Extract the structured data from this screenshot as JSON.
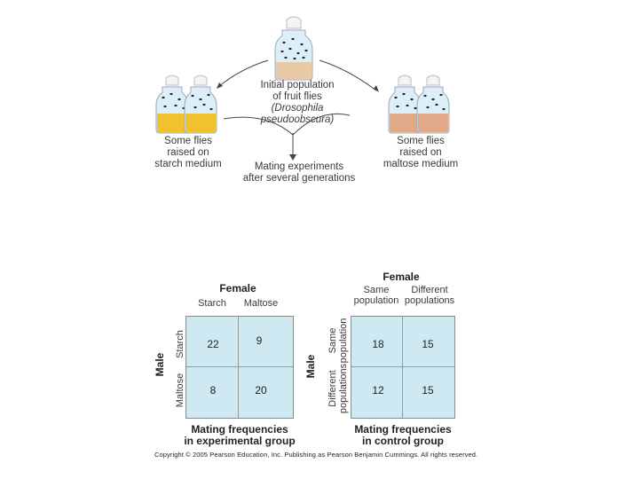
{
  "top": {
    "center_caption": [
      "Initial population",
      "of fruit flies"
    ],
    "species": [
      "(Drosophila",
      "pseudoobscura)"
    ],
    "left_caption": [
      "Some flies",
      "raised on",
      "starch medium"
    ],
    "right_caption": [
      "Some flies",
      "raised on",
      "maltose medium"
    ],
    "bottom_caption": [
      "Mating experiments",
      "after several generations"
    ]
  },
  "colors": {
    "starch_medium": "#f2c12e",
    "maltose_medium": "#e2a989",
    "initial_medium": "#e9c9a6",
    "grid_fill": "#cfe9f3"
  },
  "experimental": {
    "female_header": "Female",
    "col_labels": [
      "Starch",
      "Maltose"
    ],
    "male_header": "Male",
    "row_labels": [
      "Starch",
      "Maltose"
    ],
    "values": [
      [
        "22",
        "9"
      ],
      [
        "8",
        "20"
      ]
    ],
    "caption": [
      "Mating frequencies",
      "in experimental group"
    ]
  },
  "control": {
    "female_header": "Female",
    "col_labels": [
      [
        "Same",
        "population"
      ],
      [
        "Different",
        "populations"
      ]
    ],
    "male_header": "Male",
    "row_labels": [
      [
        "Same",
        "population"
      ],
      [
        "Different",
        "populations"
      ]
    ],
    "values": [
      [
        "18",
        "15"
      ],
      [
        "12",
        "15"
      ]
    ],
    "caption": [
      "Mating frequencies",
      "in control group"
    ]
  },
  "copyright": "Copyright © 2005 Pearson Education, Inc. Publishing as Pearson Benjamin Cummings. All rights reserved."
}
